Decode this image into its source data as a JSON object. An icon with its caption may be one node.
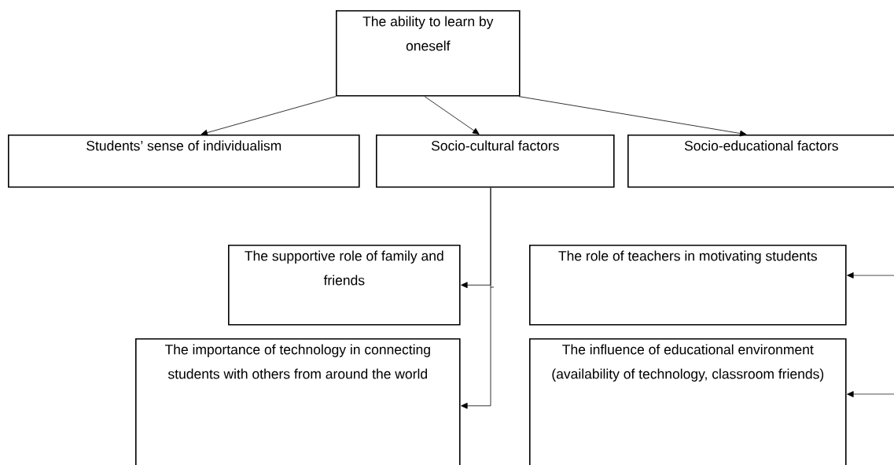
{
  "diagram": {
    "nodes": [
      {
        "text": [
          "The ability to learn by oneself"
        ]
      },
      {
        "text": [
          "Students’ sense of individualism"
        ]
      },
      {
        "text": [
          "Socio-cultural factors"
        ]
      },
      {
        "text": [
          "Socio-educational factors"
        ]
      },
      {
        "text": [
          "The supportive role of family and friends"
        ]
      },
      {
        "text": [
          "The importance of technology in connecting students with others from around the world"
        ]
      },
      {
        "text": [
          "The role of teachers in motivating students"
        ]
      },
      {
        "text": [
          "The influence of educational environment (availability of technology, classroom friends)"
        ]
      }
    ],
    "edges": [
      {
        "from": 0,
        "to": 1,
        "arrow": "to"
      },
      {
        "from": 0,
        "to": 2,
        "arrow": "to"
      },
      {
        "from": 0,
        "to": 3,
        "arrow": "to"
      },
      {
        "from": 2,
        "to": 4,
        "arrow": "to"
      },
      {
        "from": 2,
        "to": 5,
        "arrow": "to"
      },
      {
        "from": null,
        "to": 6,
        "arrow": "to"
      },
      {
        "from": null,
        "to": 7,
        "arrow": "to"
      }
    ]
  }
}
